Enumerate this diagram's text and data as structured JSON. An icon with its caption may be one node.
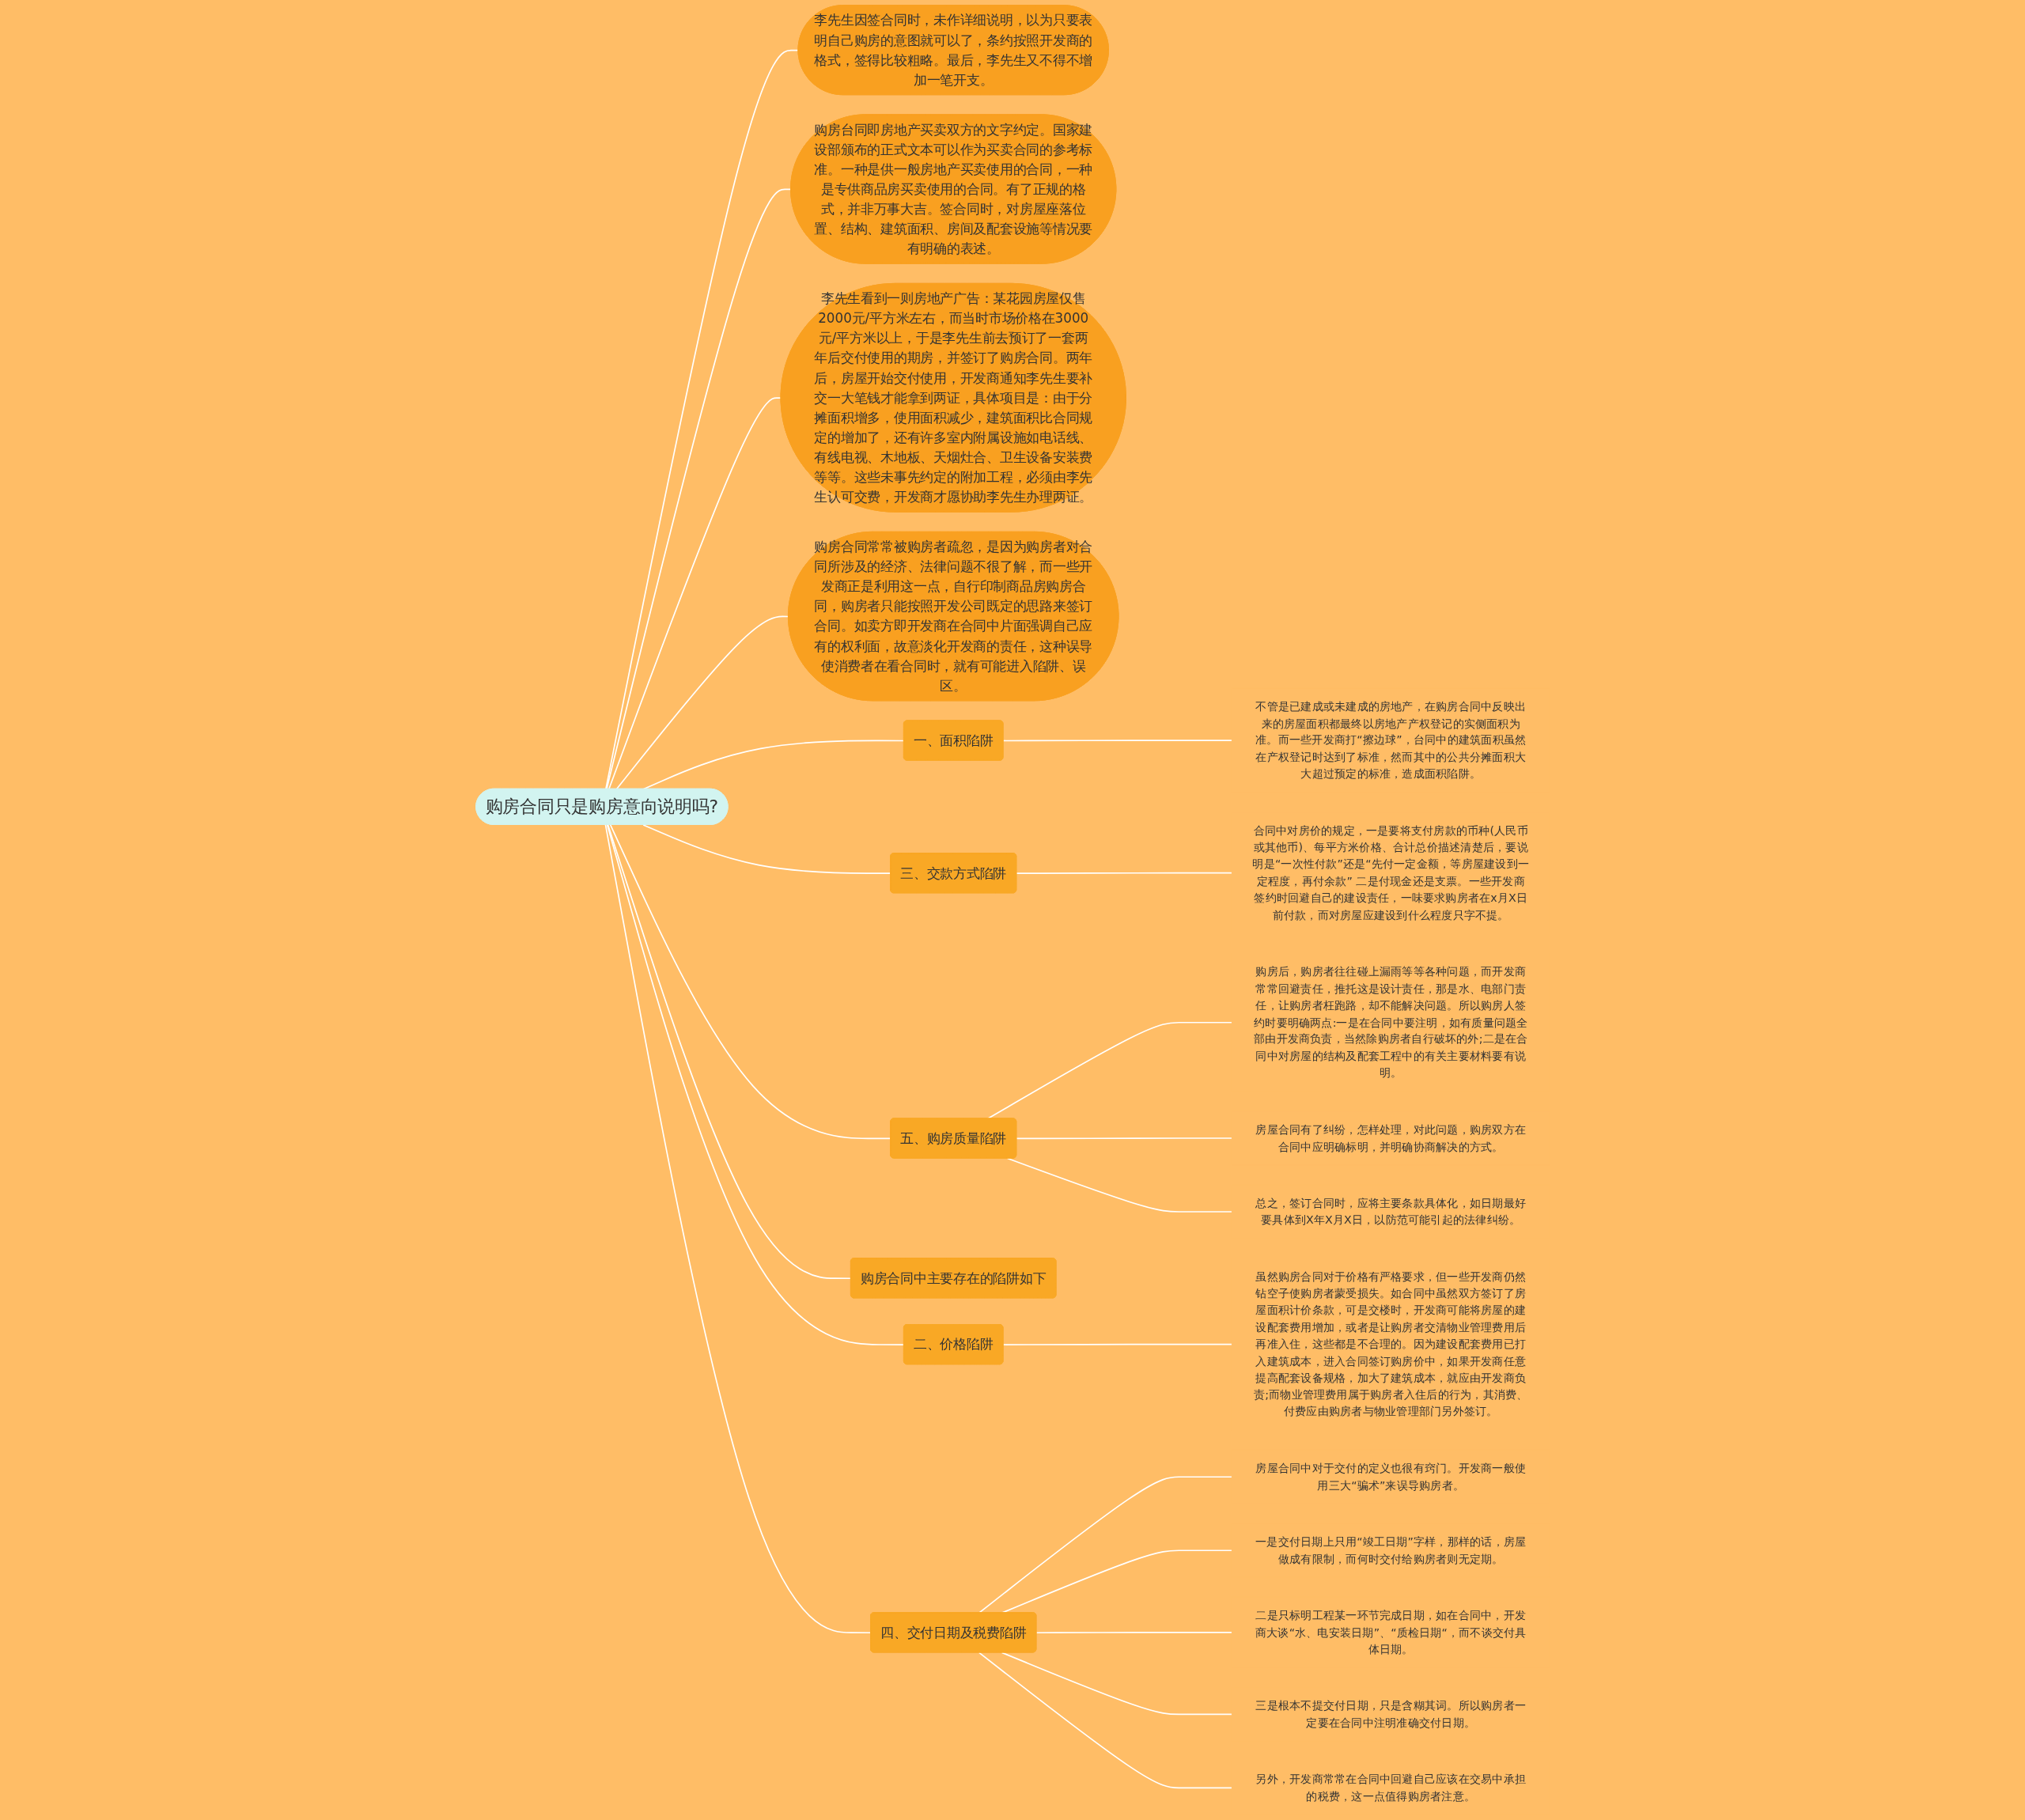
{
  "diagram": {
    "nodes": [
      {
        "text": [
          "购房合同只是购房意向说明吗?"
        ]
      },
      {
        "text": [
          "李先生因签合同时，未作详细说明，以为只要表明自己购房的意图就可以了，条约按照开发商的格式，签得比较粗略。最后，李先生又不得不增加一笔开支。"
        ]
      },
      {
        "text": [
          "购房台同即房地产买卖双方的文字约定。国家建设部颁布的正式文本可以作为买卖合同的参考标准。一种是供一般房地产买卖使用的合同，一种是专供商品房买卖使用的合同。有了正规的格式，并非万事大吉。签合同时，对房屋座落位置、结构、建筑面积、房间及配套设施等情况要有明确的表述。"
        ]
      },
      {
        "text": [
          "一、面积陷阱"
        ]
      },
      {
        "text": [
          "不管是已建成或未建成的房地产，在购房合同中反映出来的房屋面积都最终以房地产产权登记的实侧面积为准。而一些开发商打“擦边球”，台同中的建筑面积虽然在产权登记时达到了标准，然而其中的公共分摊面积大大超过预定的标准，造成面积陷阱。"
        ]
      },
      {
        "text": [
          "三、交款方式陷阱"
        ]
      },
      {
        "text": [
          "合同中对房价的规定，一是要将支付房款的币种(人民币或其他币)、每平方米价格、合计总价描述清楚后，要说明是“一次性付款”还是“先付一定金额，等房屋建设到一定程度，再付余款” 二是付现金还是支票。一些开发商签约时回避自己的建设责任，一味要求购房者在x月X日前付款，而对房屋应建设到什么程度只字不提。"
        ]
      },
      {
        "text": [
          "五、购房质量陷阱"
        ]
      },
      {
        "text": [
          "购房后，购房者往往碰上漏雨等等各种问题，而开发商常常回避责任，推托这是设计责任，那是水、电部门责任，让购房者枉跑路，却不能解决问题。所以购房人签约时要明确两点:一是在合同中要注明，如有质量问题全部由开发商负责，当然除购房者自行破坏的外;二是在合同中对房屋的结构及配套工程中的有关主要材料要有说明。"
        ]
      },
      {
        "text": [
          "房屋合同有了纠纷，怎样处理，对此问题，购房双方在合同中应明确标明，并明确协商解决的方式。"
        ]
      },
      {
        "text": [
          "总之，签订合同时，应将主要条款具体化，如日期最好要具体到X年X月X日，以防范可能引起的法律纠纷。"
        ]
      },
      {
        "text": [
          "李先生看到一则房地产广告：某花园房屋仅售2000元/平方米左右，而当时市场价格在3000元/平方米以上，于是李先生前去预订了一套两年后交付使用的期房，并签订了购房合同。两年后，房屋开始交付使用，开发商通知李先生要补交一大笔钱才能拿到两证，具体项目是：由于分摊面积增多，使用面积减少，建筑面积比合同规定的增加了，还有许多室内附属设施如电话线、有线电视、木地板、天烟灶合、卫生设备安装费等等。这些未事先约定的附加工程，必须由李先生认可交费，开发商才愿协助李先生办理两证。"
        ]
      },
      {
        "text": [
          "购房合同常常被购房者疏忽，是因为购房者对合同所涉及的经济、法律问题不很了解，而一些开发商正是利用这一点，自行印制商品房购房合同，购房者只能按照开发公司既定的思路来签订合同。如卖方即开发商在合同中片面强调自己应有的权利面，故意淡化开发商的责任，这种误导使消费者在看合同时，就有可能进入陷阱、误区。"
        ]
      },
      {
        "text": [
          "购房合同中主要存在的陷阱如下"
        ]
      },
      {
        "text": [
          "二、价格陷阱"
        ]
      },
      {
        "text": [
          "虽然购房合同对于价格有严格要求，但一些开发商仍然钻空子使购房者蒙受损失。如合同中虽然双方签订了房屋面积计价条款，可是交楼时，开发商可能将房屋的建设配套费用增加，或者是让购房者交清物业管理费用后再准入住，这些都是不合理的。因为建设配套费用已打入建筑成本，进入合同签订购房价中，如果开发商任意提高配套设备规格，加大了建筑成本，就应由开发商负责;而物业管理费用属于购房者入住后的行为，其消费、付费应由购房者与物业管理部门另外签订。"
        ]
      },
      {
        "text": [
          "四、交付日期及税费陷阱"
        ]
      },
      {
        "text": [
          "房屋合同中对于交付的定义也很有窍门。开发商一般使用三大“骗术”来误导购房者。"
        ]
      },
      {
        "text": [
          "一是交付日期上只用“竣工日期”字样，那样的话，房屋做成有限制，而何时交付给购房者则无定期。"
        ]
      },
      {
        "text": [
          "二是只标明工程某一环节完成日期，如在合同中，开发商大谈“水、电安装日期”、“质检日期“，而不谈交付具体日期。"
        ]
      },
      {
        "text": [
          "三是根本不提交付日期，只是含糊其词。所以购房者一定要在合同中注明准确交付日期。"
        ]
      },
      {
        "text": [
          "另外，开发商常常在合同中回避自己应该在交易中承担的税费，这一点值得购房者注意。"
        ]
      }
    ],
    "edges": [
      {
        "from": 0,
        "to": 1,
        "arrow": "none"
      },
      {
        "from": 0,
        "to": 2,
        "arrow": "none"
      },
      {
        "from": 0,
        "to": 3,
        "arrow": "none"
      },
      {
        "from": 3,
        "to": 4,
        "arrow": "none"
      },
      {
        "from": 0,
        "to": 5,
        "arrow": "none"
      },
      {
        "from": 5,
        "to": 6,
        "arrow": "none"
      },
      {
        "from": 0,
        "to": 7,
        "arrow": "none"
      },
      {
        "from": 7,
        "to": 8,
        "arrow": "none"
      },
      {
        "from": 7,
        "to": 9,
        "arrow": "none"
      },
      {
        "from": 7,
        "to": 10,
        "arrow": "none"
      },
      {
        "from": 0,
        "to": 11,
        "arrow": "none"
      },
      {
        "from": 0,
        "to": 12,
        "arrow": "none"
      },
      {
        "from": 0,
        "to": 13,
        "arrow": "none"
      },
      {
        "from": 0,
        "to": 14,
        "arrow": "none"
      },
      {
        "from": 14,
        "to": 15,
        "arrow": "none"
      },
      {
        "from": 0,
        "to": 16,
        "arrow": "none"
      },
      {
        "from": 16,
        "to": 17,
        "arrow": "none"
      },
      {
        "from": 16,
        "to": 18,
        "arrow": "none"
      },
      {
        "from": 16,
        "to": 19,
        "arrow": "none"
      },
      {
        "from": 16,
        "to": 20,
        "arrow": "none"
      },
      {
        "from": 16,
        "to": 21,
        "arrow": "none"
      }
    ]
  }
}
